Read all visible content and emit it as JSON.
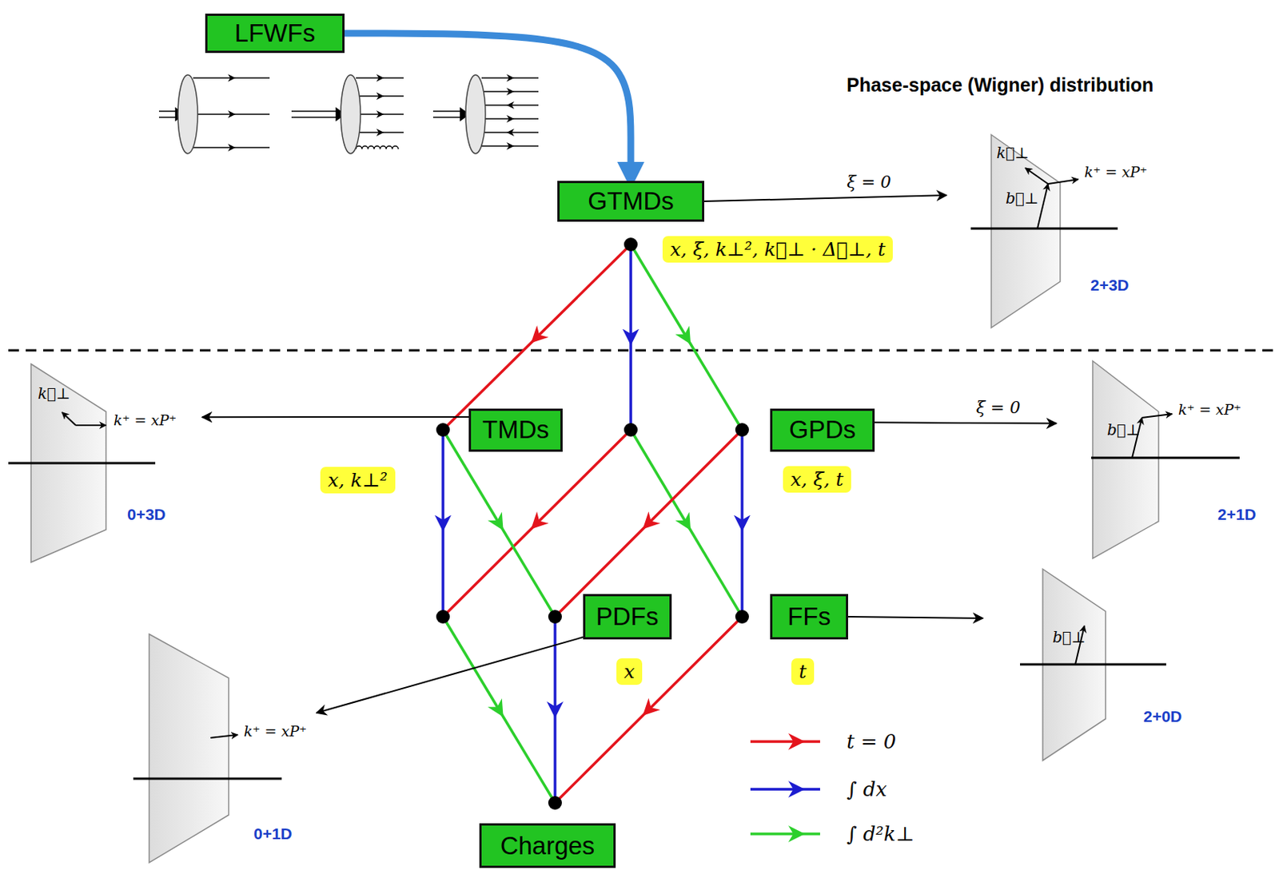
{
  "diagram": {
    "nodes": [
      {
        "text": [
          "LFWFs"
        ]
      },
      {
        "text": [
          "Phase-space (Wigner) distribution",
          "k⃗⊥",
          "k⁺ = xP⁺",
          "b⃗⊥",
          "2+3D"
        ]
      },
      {
        "text": [
          "GTMDs"
        ]
      },
      {
        "text": [
          "x, ξ, k⊥², k⃗⊥ · Δ⃗⊥, t"
        ]
      },
      {
        "text": [
          "k⃗⊥",
          "k⁺ = xP⁺",
          "0+3D"
        ]
      },
      {
        "text": [
          "TMDs"
        ]
      },
      {
        "text": [
          "x, k⊥²"
        ]
      },
      {
        "text": [
          "GPDs"
        ]
      },
      {
        "text": [
          "x, ξ, t"
        ]
      },
      {
        "text": [
          "k⁺ = xP⁺",
          "b⃗⊥",
          "2+1D"
        ]
      },
      {
        "text": [
          "PDFs"
        ]
      },
      {
        "text": [
          "x"
        ]
      },
      {
        "text": [
          "FFs"
        ]
      },
      {
        "text": [
          "t"
        ]
      },
      {
        "text": [
          "b⃗⊥",
          "2+0D"
        ]
      },
      {
        "text": [
          "k⁺ = xP⁺",
          "0+1D"
        ]
      },
      {
        "text": [
          "Charges"
        ]
      }
    ],
    "edges": [
      {
        "from": 0,
        "to": 2,
        "arrow": "to"
      },
      {
        "from": 2,
        "to": 1,
        "arrow": "to",
        "label": "ξ = 0"
      },
      {
        "from": 2,
        "to": 5,
        "arrow": "to"
      },
      {
        "from": 2,
        "to": 7,
        "arrow": "to"
      },
      {
        "from": 5,
        "to": 10,
        "arrow": "to"
      },
      {
        "from": 7,
        "to": 10,
        "arrow": "to"
      },
      {
        "from": 7,
        "to": 12,
        "arrow": "to"
      },
      {
        "from": 10,
        "to": 16,
        "arrow": "to"
      },
      {
        "from": 12,
        "to": 16,
        "arrow": "to"
      },
      {
        "from": 5,
        "to": 4,
        "arrow": "to"
      },
      {
        "from": 7,
        "to": 9,
        "arrow": "to",
        "label": "ξ = 0"
      },
      {
        "from": 10,
        "to": 15,
        "arrow": "to"
      },
      {
        "from": 12,
        "to": 14,
        "arrow": "to"
      }
    ],
    "legend": [
      {
        "text": "t = 0"
      },
      {
        "text": "∫ dx"
      },
      {
        "text": "∫ d²k⊥"
      }
    ]
  }
}
